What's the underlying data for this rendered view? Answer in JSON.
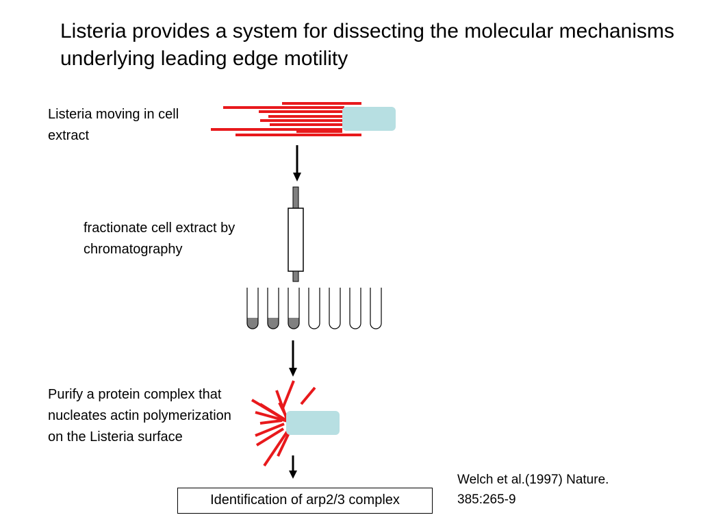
{
  "slide": {
    "title": "Listeria provides a system for dissecting the molecular mechanisms underlying leading edge motility"
  },
  "steps": {
    "moving_label": "Listeria moving in cell extract",
    "fractionate_label": "fractionate cell extract by chromatography",
    "purify_label": "Purify a protein complex that nucleates actin polymerization on the Listeria surface",
    "result_label": "Identification of arp2/3 complex"
  },
  "citation": "Welch et al.(1997) Nature. 385:265-9",
  "colors": {
    "actin": "#e8191c",
    "bacterium": "#b7dfe2",
    "column_stem": "#808080",
    "fraction_fill": "#808080"
  },
  "tubes": {
    "count": 7,
    "filled": [
      true,
      true,
      true,
      false,
      false,
      false,
      false
    ]
  }
}
